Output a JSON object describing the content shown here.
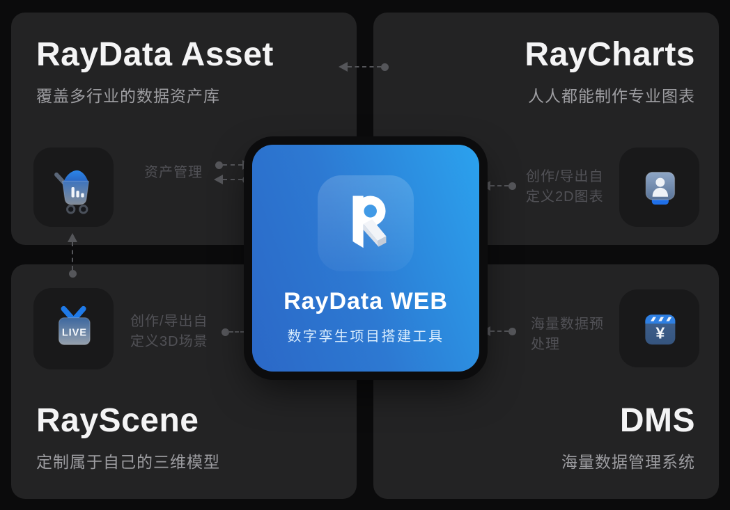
{
  "colors": {
    "background": "#0b0b0c",
    "quadrant_card": "#232324",
    "icon_tile": "#19191a",
    "accent_blue": "#1f7ae8",
    "center_gradient_from": "#2ba2ee",
    "center_gradient_to": "#2b68c7",
    "arrow_gray": "#55565a",
    "title_white": "#f4f4f5",
    "subtitle_gray": "#9d9da1",
    "link_label_gray": "#515156"
  },
  "center_card": {
    "title": "RayData WEB",
    "subtitle": "数字孪生项目搭建工具",
    "logo_letter": "R",
    "logo_icon": "raydata-r-logo-icon"
  },
  "quadrants": {
    "asset": {
      "title": "RayData Asset",
      "subtitle": "覆盖多行业的数据资产库",
      "icon": "asset-cart-chart-icon"
    },
    "charts": {
      "title": "RayCharts",
      "subtitle": "人人都能制作专业图表",
      "icon": "charts-user-board-icon"
    },
    "scene": {
      "title": "RayScene",
      "subtitle": "定制属于自己的三维模型",
      "icon": "scene-live-tv-icon"
    },
    "dms": {
      "title": "DMS",
      "subtitle": "海量数据管理系统",
      "icon": "dms-yen-data-icon"
    }
  },
  "connections": {
    "asset_manage": {
      "label": "资产管理"
    },
    "charts_2d": {
      "lines": [
        "创作/导出自",
        "定义2D图表"
      ]
    },
    "scene_3d": {
      "lines": [
        "创作/导出自",
        "定义3D场景"
      ]
    },
    "dms_preprocess": {
      "lines": [
        "海量数据预",
        "处理"
      ]
    }
  },
  "icons": {
    "live_text": "LIVE",
    "yen_symbol": "¥"
  }
}
